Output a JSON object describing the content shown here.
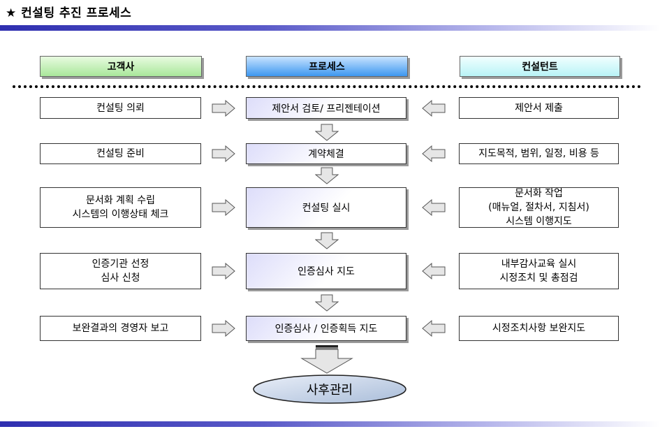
{
  "title": "★ 컨설팅 추진 프로세스",
  "headers": {
    "client": "고객사",
    "process": "프로세스",
    "consultant": "컨설턴트"
  },
  "rows": [
    {
      "client": "컨설팅 의뢰",
      "process": "제안서 검토/ 프리젠테이션",
      "consultant": "제안서 제출"
    },
    {
      "client": "컨설팅 준비",
      "process": "계약체결",
      "consultant": "지도목적, 범위, 일정, 비용 등"
    },
    {
      "client": "문서화 계획 수립\n시스템의 이행상태 체크",
      "process": "컨설팅 실시",
      "consultant": "문서화 작업\n(매뉴얼, 절차서, 지침서)\n시스템 이행지도"
    },
    {
      "client": "인증기관 선정\n심사 신청",
      "process": "인증심사 지도",
      "consultant": "내부감사교육 실시\n시정조치 및 총점검"
    },
    {
      "client": "보완결과의 경영자 보고",
      "process": "인증심사 / 인증획득 지도",
      "consultant": "시정조치사항 보완지도"
    }
  ],
  "final": "사후관리"
}
